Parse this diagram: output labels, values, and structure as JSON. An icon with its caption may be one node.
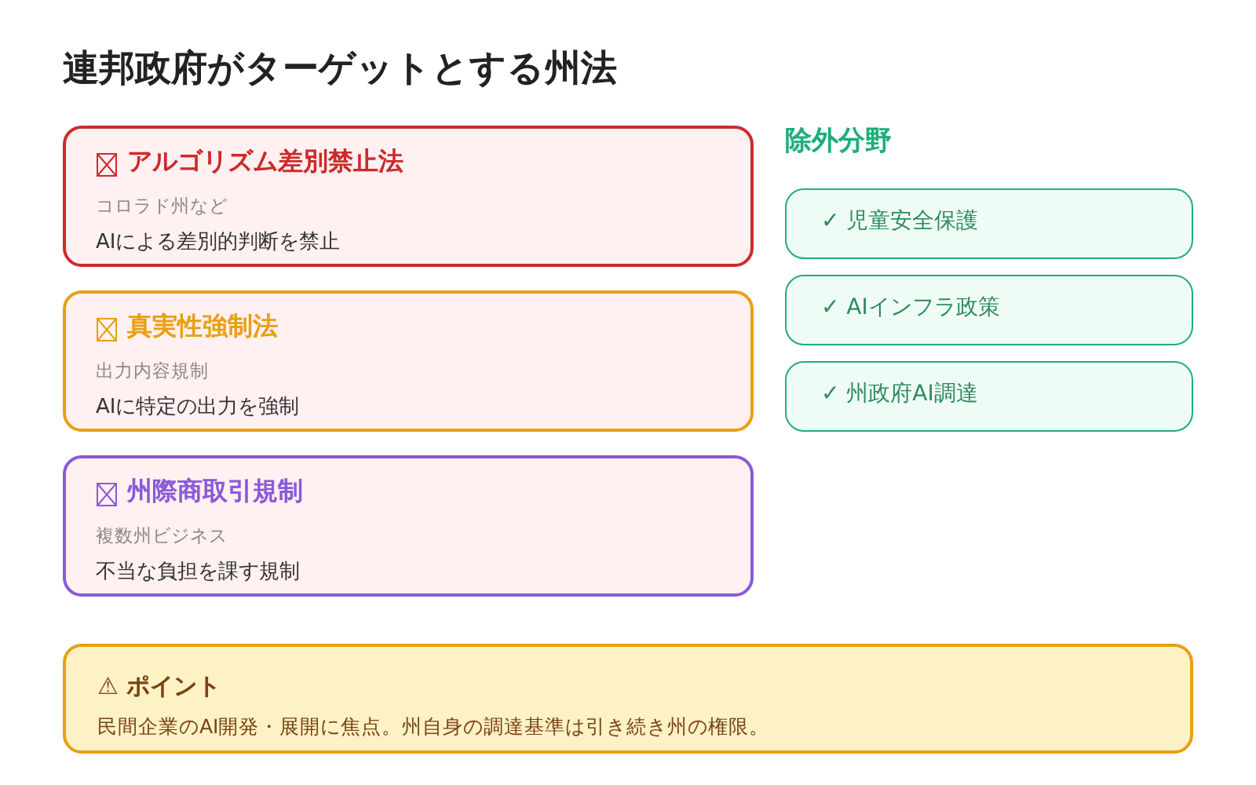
{
  "diagram": {
    "title": "連邦政府がターゲットとする州法",
    "nodes": [
      {
        "text": [
          "アルゴリズム差別禁止法",
          "コロラド州など",
          "AIによる差別的判断を禁止"
        ]
      },
      {
        "text": [
          "真実性強制法",
          "出力内容規制",
          "AIに特定の出力を強制"
        ]
      },
      {
        "text": [
          "州際商取引規制",
          "複数州ビジネス",
          "不当な負担を課す規制"
        ]
      },
      {
        "text": [
          "✓ 児童安全保護"
        ]
      },
      {
        "text": [
          "✓ AIインフラ政策"
        ]
      },
      {
        "text": [
          "✓ 州政府AI調達"
        ]
      },
      {
        "text": [
          "⚠ ポイント",
          "民間企業のAI開発・展開に焦点。州自身の調達基準は引き続き州の権限。"
        ]
      }
    ],
    "labels": [
      "除外分野"
    ]
  }
}
